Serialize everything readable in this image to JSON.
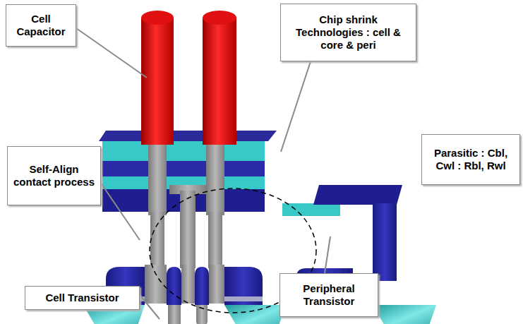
{
  "diagram": {
    "nodes": [
      {
        "text": [
          "Cell Capacitor"
        ]
      },
      {
        "text": [
          "Chip shrink Technologies : cell & core & peri"
        ]
      },
      {
        "text": [
          "Self-Align contact process"
        ]
      },
      {
        "text": [
          "Parasitic : Cbl, Cwl : Rbl, Rwl"
        ]
      },
      {
        "text": [
          "Cell Transistor"
        ]
      },
      {
        "text": [
          "Peripheral Transistor"
        ]
      }
    ]
  }
}
